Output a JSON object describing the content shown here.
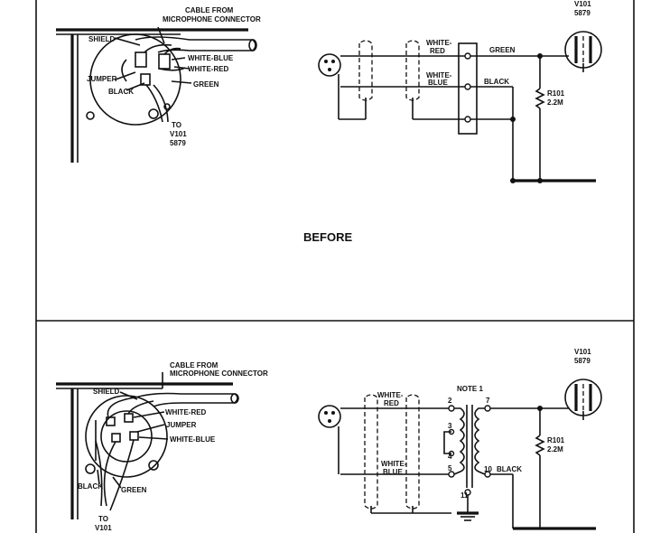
{
  "before": {
    "wiring_labels": {
      "cable": "CABLE FROM",
      "cable2": "MICROPHONE CONNECTOR",
      "shield": "SHIELD",
      "white_blue": "WHITE-BLUE",
      "white_red": "WHITE-RED",
      "jumper": "JUMPER",
      "green": "GREEN",
      "black": "BLACK",
      "to": "TO",
      "tube": "V101",
      "tube_type": "5879"
    },
    "schematic_labels": {
      "white_red_1": "WHITE-",
      "white_red_2": "RED",
      "white_blue_1": "WHITE-",
      "white_blue_2": "BLUE",
      "green": "GREEN",
      "black": "BLACK",
      "resistor": "R101",
      "resistor_value": "2.2M",
      "tube": "V101",
      "tube_type": "5879"
    },
    "caption": "BEFORE"
  },
  "after": {
    "wiring_labels": {
      "cable": "CABLE FROM",
      "cable2": "MICROPHONE CONNECTOR",
      "shield": "SHIELD",
      "white_red": "WHITE-RED",
      "jumper": "JUMPER",
      "white_blue": "WHITE-BLUE",
      "black": "BLACK",
      "green": "GREEN",
      "to": "TO",
      "tube": "V101"
    },
    "schematic_labels": {
      "white_red_1": "WHITE-",
      "white_red_2": "RED",
      "white_blue_1": "WHITE-",
      "white_blue_2": "BLUE",
      "note": "NOTE 1",
      "pin2": "2",
      "pin7": "7",
      "pin3": "3",
      "pin4": "4",
      "pin5": "5",
      "pin10": "10",
      "pin11": "11",
      "black": "BLACK",
      "resistor": "R101",
      "resistor_value": "2.2M",
      "tube": "V101",
      "tube_type": "5879"
    }
  }
}
